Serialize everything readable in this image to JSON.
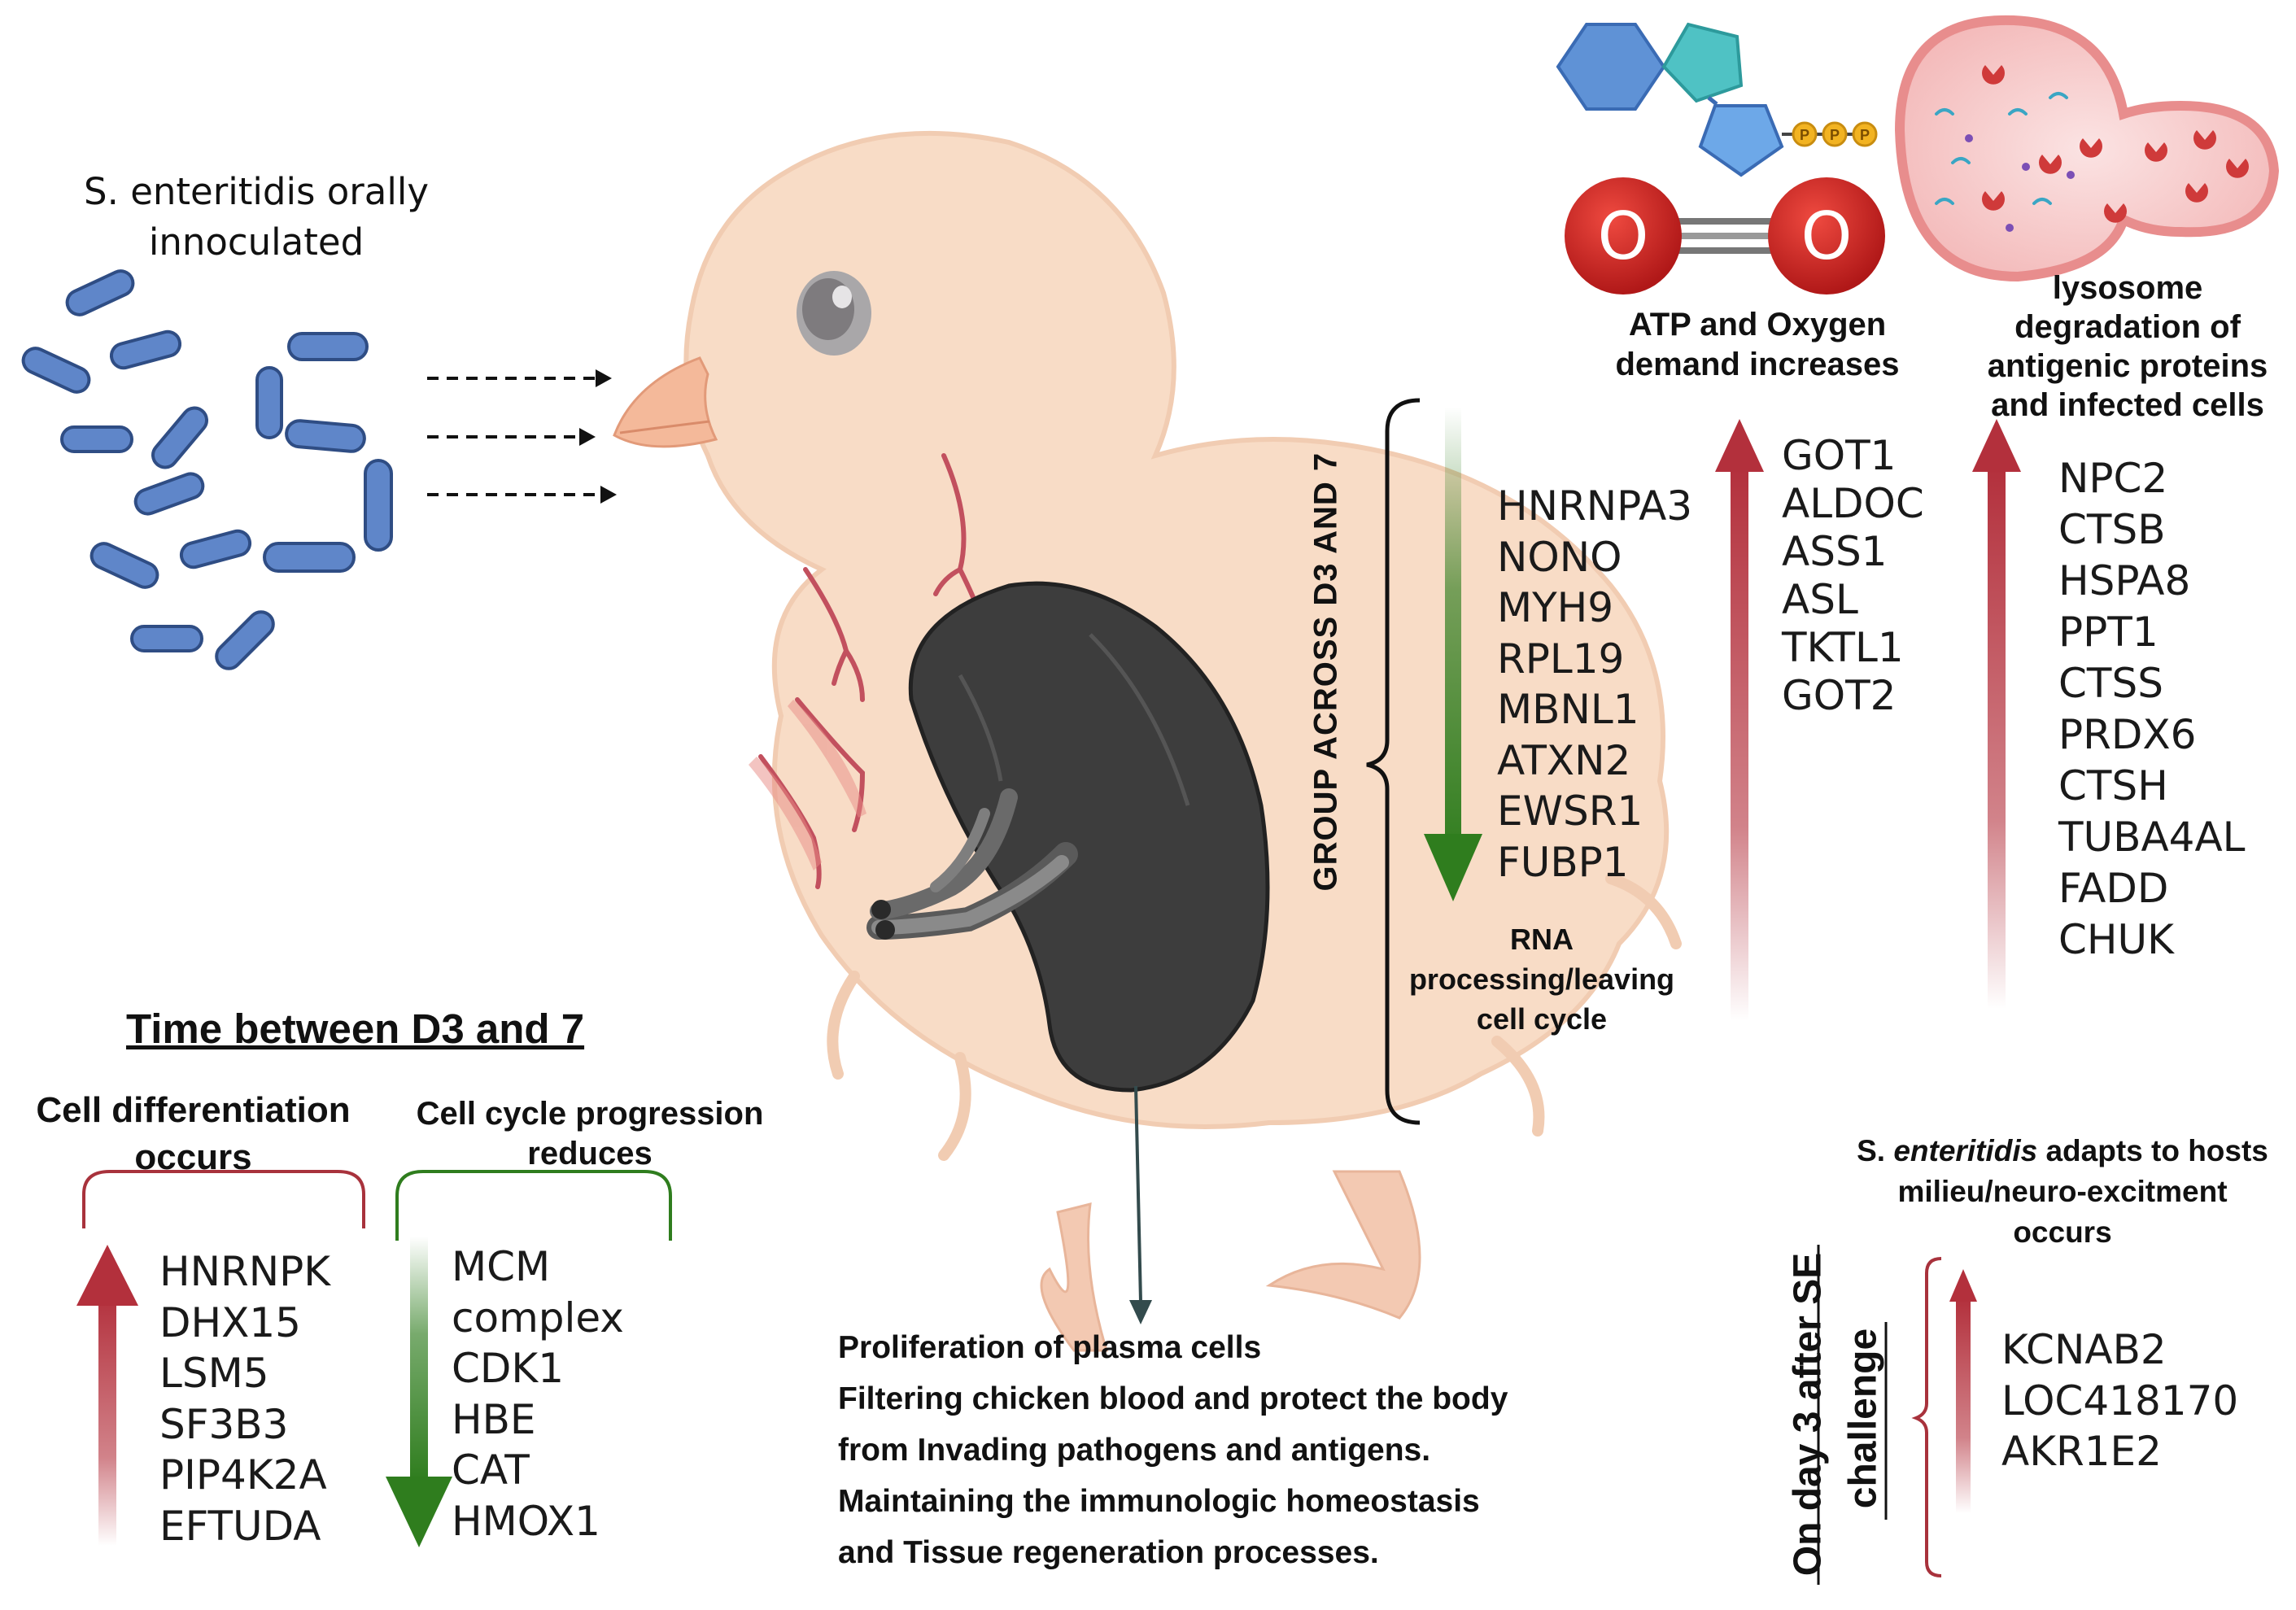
{
  "colors": {
    "up_arrow": "#b3303c",
    "down_arrow": "#2f7d1e",
    "bacteria": "#5f86c9",
    "chick_body": "#f7d9c3",
    "spleen": "#3d3d3d",
    "bracket_red": "#a8323c",
    "bracket_green": "#2f7d1e",
    "oxygen": "#d62b2b",
    "lysosome": "#f3a6a6"
  },
  "icons": [
    "bacteria-icon",
    "chick-illustration",
    "spleen-icon",
    "atp-molecule-icon",
    "oxygen-molecule-icon",
    "lysosome-icon",
    "up-arrow-icon",
    "down-arrow-icon"
  ],
  "inoculation": {
    "line1": "S. enteritidis orally",
    "line2": "innoculated"
  },
  "group_panel": {
    "rotated_label": "GROUP ACROSS D3 AND 7",
    "genes": [
      "HNRNPA3",
      "NONO",
      "MYH9",
      "RPL19",
      "MBNL1",
      "ATXN2",
      "EWSR1",
      "FUBP1"
    ],
    "caption": [
      "RNA",
      "processing/leaving",
      "cell cycle"
    ]
  },
  "atp_panel": {
    "caption": [
      "ATP and Oxygen",
      "demand increases"
    ],
    "genes": [
      "GOT1",
      "ALDOC",
      "ASS1",
      "ASL",
      "TKTL1",
      "GOT2"
    ],
    "atp_phosphate": "P",
    "oxygen_letter": "O"
  },
  "lysosome_panel": {
    "caption": [
      "lysosome",
      "degradation of",
      "antigenic proteins",
      "and infected cells"
    ],
    "genes": [
      "NPC2",
      "CTSB",
      "HSPA8",
      "PPT1",
      "CTSS",
      "PRDX6",
      "CTSH",
      "TUBA4AL",
      "FADD",
      "CHUK"
    ]
  },
  "time_panel": {
    "title": "Time between D3 and 7",
    "left_heading": [
      "Cell differentiation",
      "occurs"
    ],
    "left_genes": [
      "HNRNPK",
      "DHX15",
      "LSM5",
      "SF3B3",
      "PIP4K2A",
      "EFTUDA"
    ],
    "right_heading": [
      "Cell cycle progression",
      "reduces"
    ],
    "right_genes": [
      "MCM",
      "complex",
      "CDK1",
      "HBE",
      "CAT",
      "HMOX1"
    ]
  },
  "spleen_functions": [
    "Proliferation of plasma cells",
    "Filtering chicken blood and protect the body",
    "from Invading pathogens and antigens.",
    "Maintaining the immunologic homeostasis",
    "and Tissue regeneration processes."
  ],
  "day3_panel": {
    "heading": {
      "prefix": "S. ",
      "italic": "enteritidis",
      "rest": " adapts to hosts",
      "line2": "milieu/neuro-excitment",
      "line3": "occurs"
    },
    "rotated_label": [
      "On day 3 after SE",
      "challenge"
    ],
    "genes": [
      "KCNAB2",
      "LOC418170",
      "AKR1E2"
    ]
  }
}
